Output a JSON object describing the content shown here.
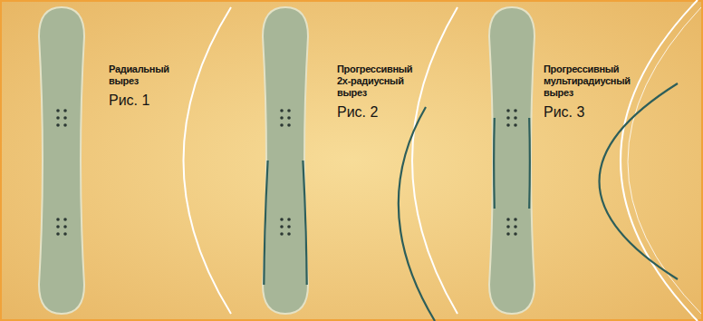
{
  "diagram": {
    "labels": [
      "Радиальный вырез",
      "Рис. 1",
      "Прогрессивный 2х-радиусный вырез",
      "Рис. 2",
      "Прогрессивный мультирадиусный вырез",
      "Рис. 3"
    ]
  }
}
